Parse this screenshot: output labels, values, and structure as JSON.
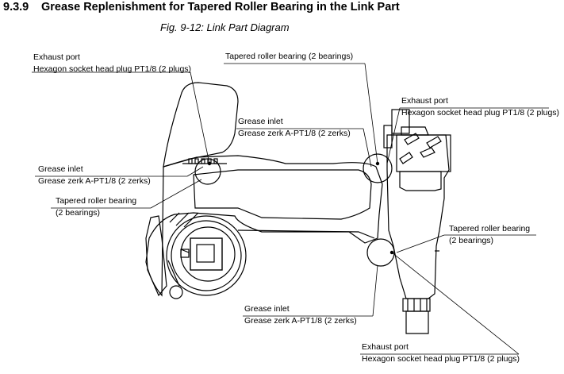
{
  "section": {
    "number": "9.3.9",
    "title": "Grease Replenishment for Tapered Roller Bearing in the Link Part"
  },
  "figure": {
    "caption": "Fig. 9-12: Link Part Diagram"
  },
  "callouts": {
    "exhaust_left": {
      "line1": "Exhaust port",
      "line2": "Hexagon socket head plug PT1/8 (2 plugs)"
    },
    "bearing_top": {
      "line1": "Tapered roller bearing (2 bearings)"
    },
    "exhaust_right_top": {
      "line1": "Exhaust port",
      "line2": "Hexagon socket head plug PT1/8 (2 plugs)"
    },
    "grease_inlet_center": {
      "line1": "Grease inlet",
      "line2": "Grease zerk A-PT1/8 (2 zerks)"
    },
    "grease_inlet_left": {
      "line1": "Grease inlet",
      "line2": "Grease zerk A-PT1/8 (2 zerks)"
    },
    "bearing_left": {
      "line1": "Tapered roller bearing",
      "line2": "(2 bearings)"
    },
    "bearing_right": {
      "line1": "Tapered roller bearing",
      "line2": "(2 bearings)"
    },
    "grease_inlet_bottom": {
      "line1": "Grease inlet",
      "line2": "Grease zerk A-PT1/8 (2 zerks)"
    },
    "exhaust_bottom": {
      "line1": "Exhaust port",
      "line2": "Hexagon socket head plug PT1/8 (2 plugs)"
    }
  }
}
